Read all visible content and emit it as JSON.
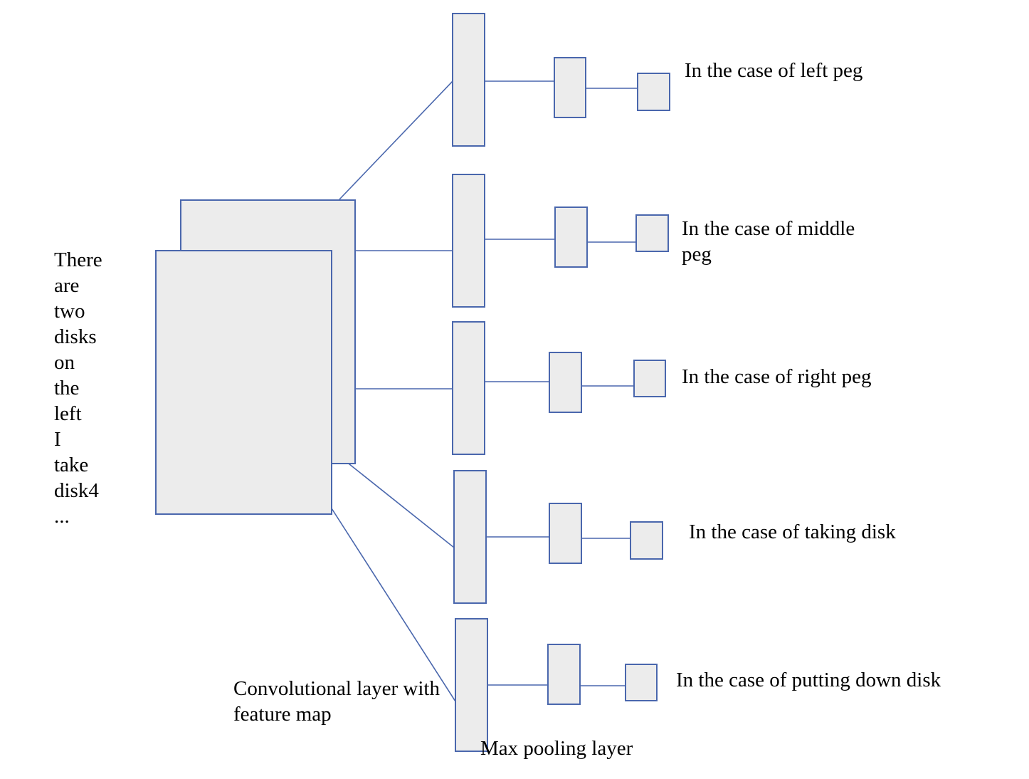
{
  "input_text": [
    "There",
    "are",
    "two",
    "disks",
    "on",
    "the",
    "left",
    "I",
    "take",
    "disk4",
    "..."
  ],
  "conv_label": [
    "Convolutional layer with",
    "feature map"
  ],
  "pool_label": "Max pooling layer",
  "cases": [
    {
      "label": [
        "In the case of left peg"
      ]
    },
    {
      "label": [
        "In the case of middle",
        "peg"
      ]
    },
    {
      "label": [
        "In the case of right peg"
      ]
    },
    {
      "label": [
        "In the case of taking disk"
      ]
    },
    {
      "label": [
        "In the case of putting down disk"
      ]
    }
  ],
  "colors": {
    "box_fill": "#ececec",
    "box_stroke": "#4a67ad",
    "text": "#000000"
  }
}
